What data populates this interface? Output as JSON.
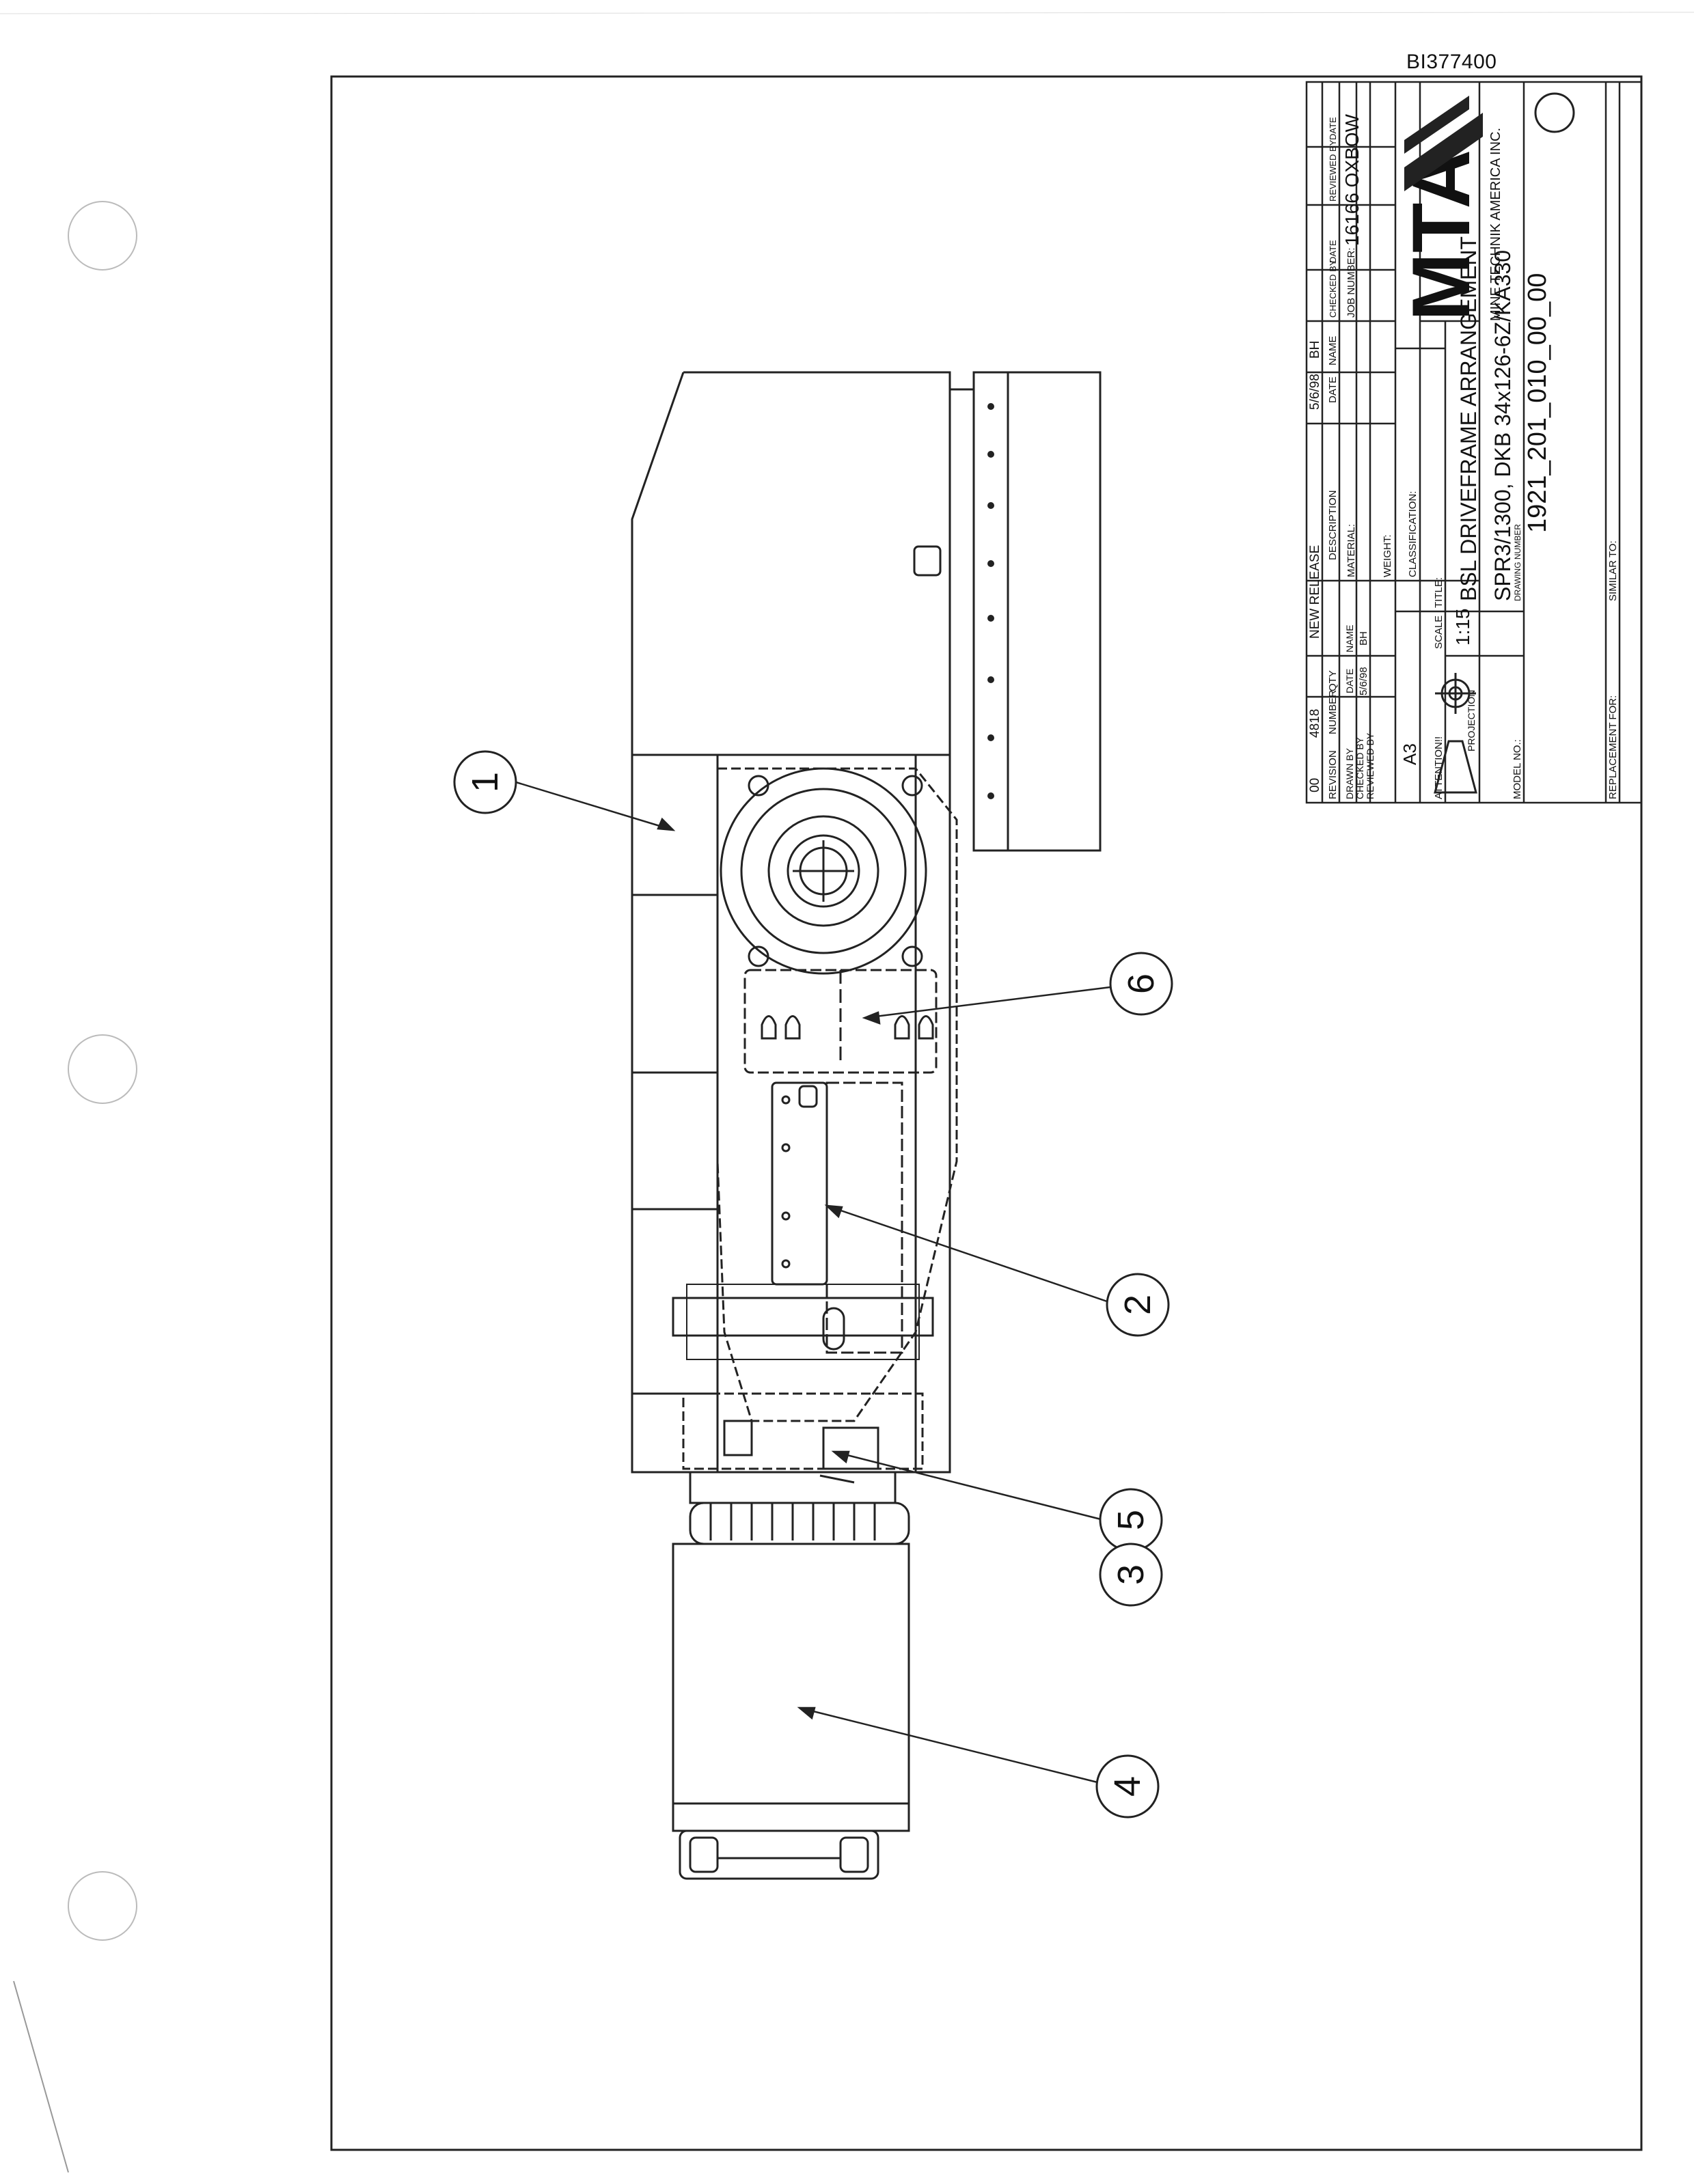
{
  "document": {
    "id": "BI377400"
  },
  "callouts": [
    "1",
    "6",
    "2",
    "5",
    "3",
    "4"
  ],
  "title_block": {
    "revision_value": "00",
    "number_value": "4818",
    "release_note": "NEW RELEASE",
    "date_value": "5/6/98",
    "name_value": "BH",
    "col_revision": "REVISION",
    "col_number": "NUMBER",
    "col_qty": "QTY",
    "col_description": "DESCRIPTION",
    "col_date": "DATE",
    "col_name": "NAME",
    "checked_by": "CHECKED BY",
    "checked_date": "DATE",
    "reviewed_by": "REVIEWED BY",
    "reviewed_date": "DATE",
    "job_number_label": "JOB NUMBER:",
    "job_number_value": "16166 OXBOW",
    "drawn_by": "DRAWN BY",
    "checked_by_2": "CHECKED BY",
    "reviewed_by_2": "REVIEWED BY",
    "dt_label": "DATE",
    "dt_value": "5/6/98",
    "nm_label": "NAME",
    "nm_value": "BH",
    "material_label": "MATERIAL:",
    "weight_label": "WEIGHT:",
    "classification_label": "CLASSIFICATION:",
    "sheet_size": "A3",
    "attention_label": "ATTENTION!!",
    "projection_label": "PROJECTION",
    "scale_label": "SCALE",
    "scale_value": "1:15",
    "title_label": "TITLE:",
    "title_line1": "BSL DRIVEFRAME ARRANGEMENT",
    "title_line2": "SPR3/1300, DKB 34x126-6Z/KA330",
    "model_label": "MODEL NO.:",
    "drawing_number_label": "DRAWING NUMBER",
    "drawing_number_value": "1921_201_010_00_00",
    "replacement_label": "REPLACEMENT FOR:",
    "similar_label": "SIMILAR TO:",
    "company_logo": "MTA",
    "company_name": "MINE TECHNIK AMERICA INC."
  }
}
